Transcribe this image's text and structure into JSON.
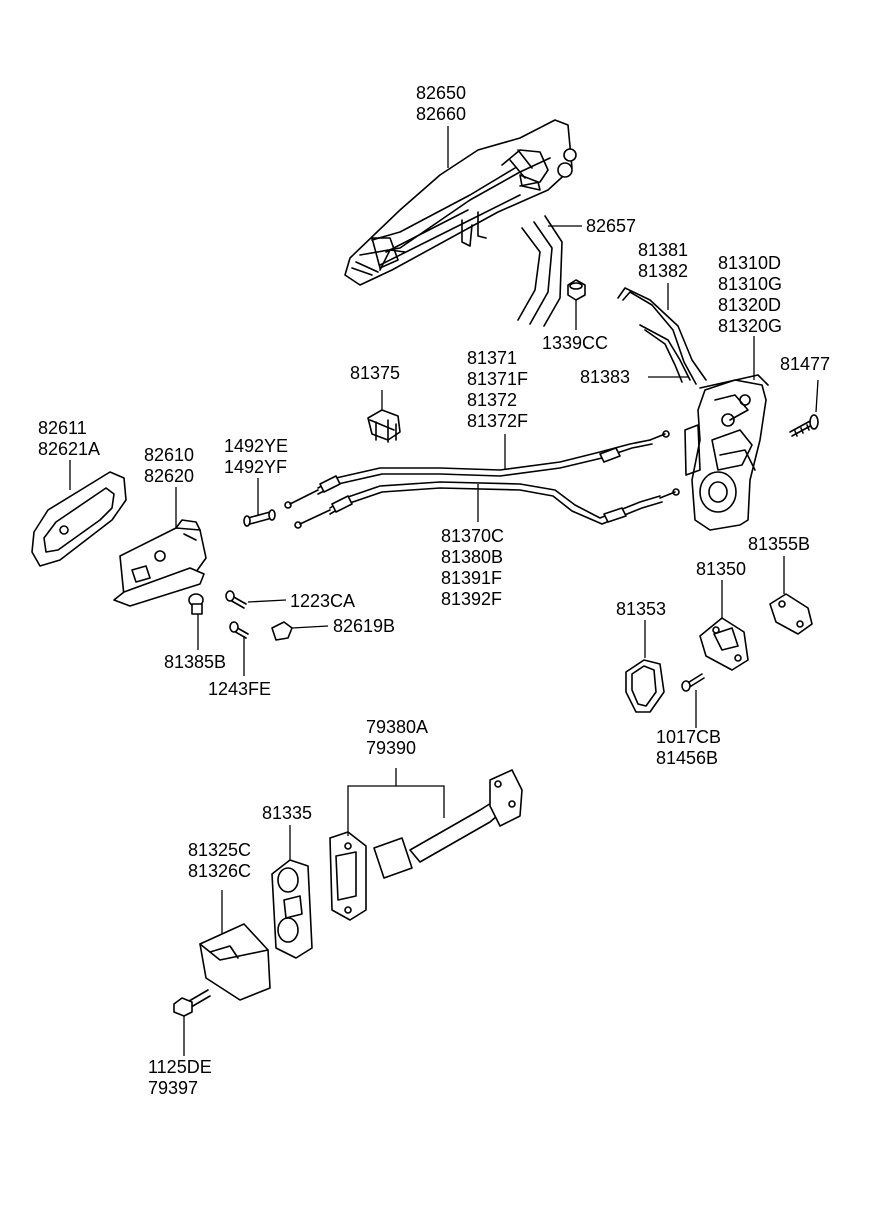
{
  "labels": {
    "outside_handle": [
      "82650",
      "82660"
    ],
    "rod_lower": "82657",
    "clip_nut": "1339CC",
    "rod_upper": [
      "81381",
      "81382"
    ],
    "latch_assy": [
      "81310D",
      "81310G",
      "81320D",
      "81320G"
    ],
    "rod_clip": "81383",
    "latch_screw": "81477",
    "cable_clip": "81375",
    "cable_upper": [
      "81371",
      "81371F",
      "81372",
      "81372F"
    ],
    "bezel": [
      "82611",
      "82621A"
    ],
    "inside_handle": [
      "82610",
      "82620"
    ],
    "pin": [
      "1492YE",
      "1492YF"
    ],
    "cable_lower": [
      "81370C",
      "81380B",
      "81391F",
      "81392F"
    ],
    "screw_a": "1223CA",
    "cap": "82619B",
    "grommet": "81385B",
    "screw_b": "1243FE",
    "striker_plate": "81355B",
    "striker": "81350",
    "seal": "81353",
    "striker_bolt": [
      "1017CB",
      "81456B"
    ],
    "checker": [
      "79380A",
      "79390"
    ],
    "hinge_upper": "81335",
    "hinge_assy": [
      "81325C",
      "81326C"
    ],
    "hinge_bolt": [
      "1125DE",
      "79397"
    ]
  }
}
